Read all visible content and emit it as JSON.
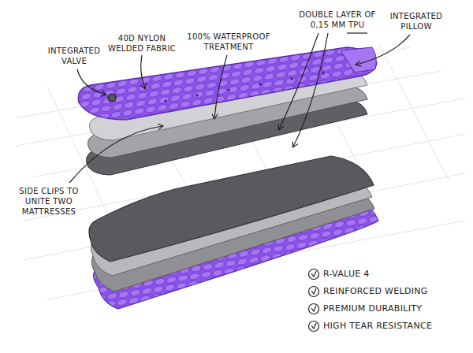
{
  "diagram": {
    "labels": [
      "INTEGRATED VALVE",
      "40D NYLON WELDED FABRIC",
      "100% WATERPROOF TREATMENT",
      "DOUBLE LAYER OF 0,15 MM TPU",
      "INTEGRATED PILLOW",
      "SIDE CLIPS TO UNITE TWO MATTRESSES",
      "R-VALUE 4",
      "REINFORCED WELDING",
      "PREMIUM DURABILITY",
      "HIGH TEAR RESISTANCE"
    ]
  }
}
